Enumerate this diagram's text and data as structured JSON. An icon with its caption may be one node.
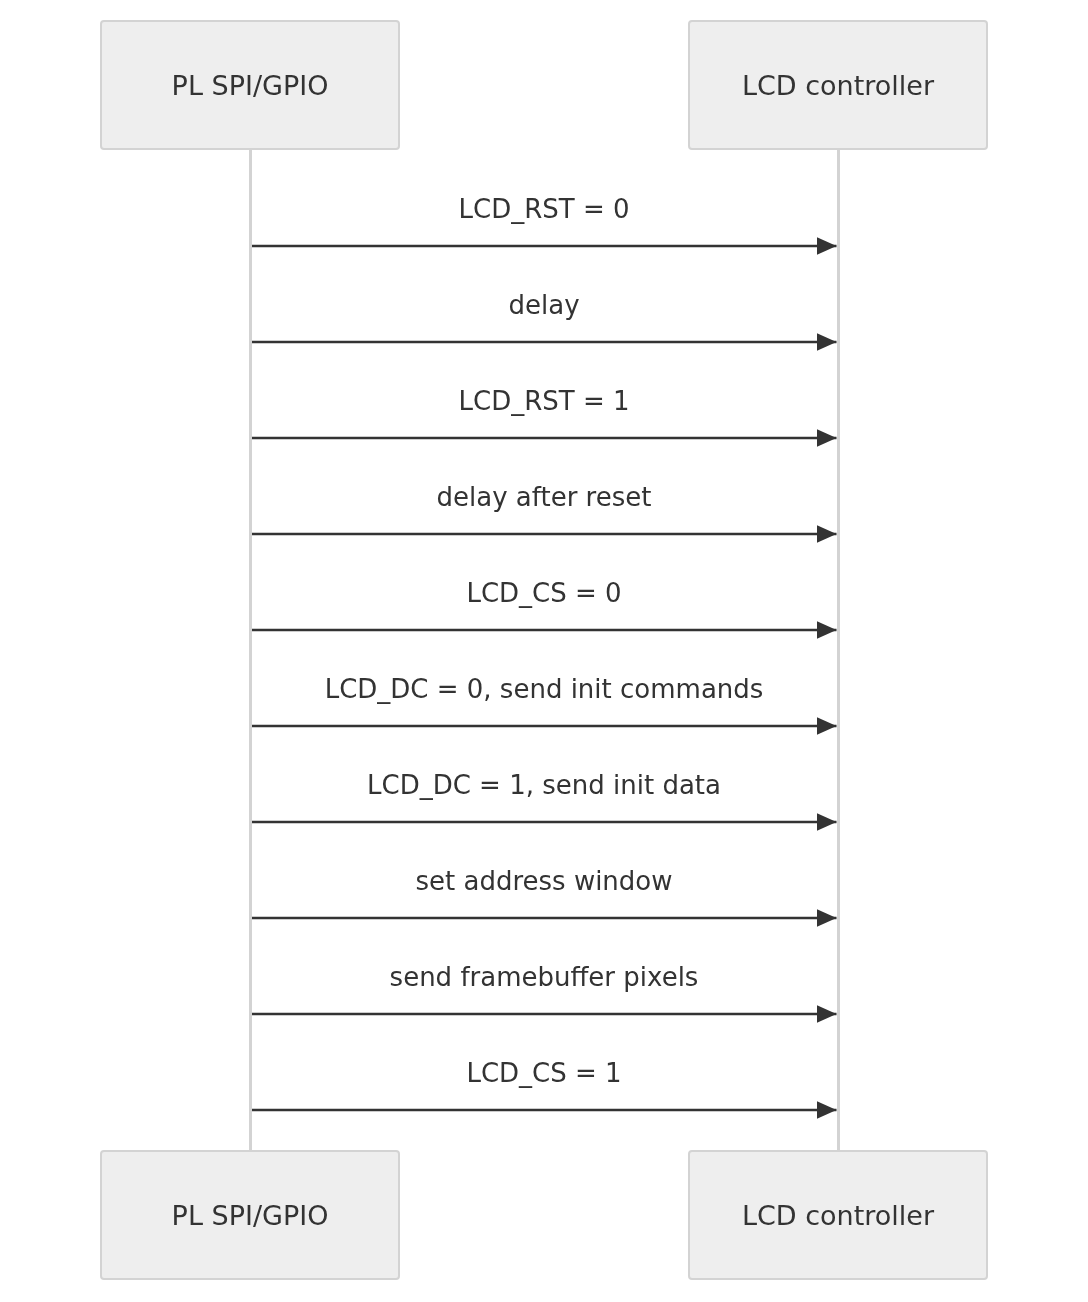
{
  "diagram": {
    "nodes": [
      {
        "text": [
          "PL SPI/GPIO"
        ]
      },
      {
        "text": [
          "LCD controller"
        ]
      },
      {
        "text": [],
        "shape": "bar"
      },
      {
        "text": [],
        "shape": "bar"
      },
      {
        "text": [
          "PL SPI/GPIO"
        ]
      },
      {
        "text": [
          "LCD controller"
        ]
      }
    ],
    "edges": [
      {
        "from": 2,
        "to": 3,
        "arrow": "to",
        "label": "LCD_RST = 0"
      },
      {
        "from": 2,
        "to": 3,
        "arrow": "to",
        "label": "delay"
      },
      {
        "from": 2,
        "to": 3,
        "arrow": "to",
        "label": "LCD_RST = 1"
      },
      {
        "from": 2,
        "to": 3,
        "arrow": "to",
        "label": "delay after reset"
      },
      {
        "from": 2,
        "to": 3,
        "arrow": "to",
        "label": "LCD_CS = 0"
      },
      {
        "from": 2,
        "to": 3,
        "arrow": "to",
        "label": "LCD_DC = 0, send init commands"
      },
      {
        "from": 2,
        "to": 3,
        "arrow": "to",
        "label": "LCD_DC = 1, send init data"
      },
      {
        "from": 2,
        "to": 3,
        "arrow": "to",
        "label": "set address window"
      },
      {
        "from": 2,
        "to": 3,
        "arrow": "to",
        "label": "send framebuffer pixels"
      },
      {
        "from": 2,
        "to": 3,
        "arrow": "to",
        "label": "LCD_CS = 1"
      }
    ]
  }
}
